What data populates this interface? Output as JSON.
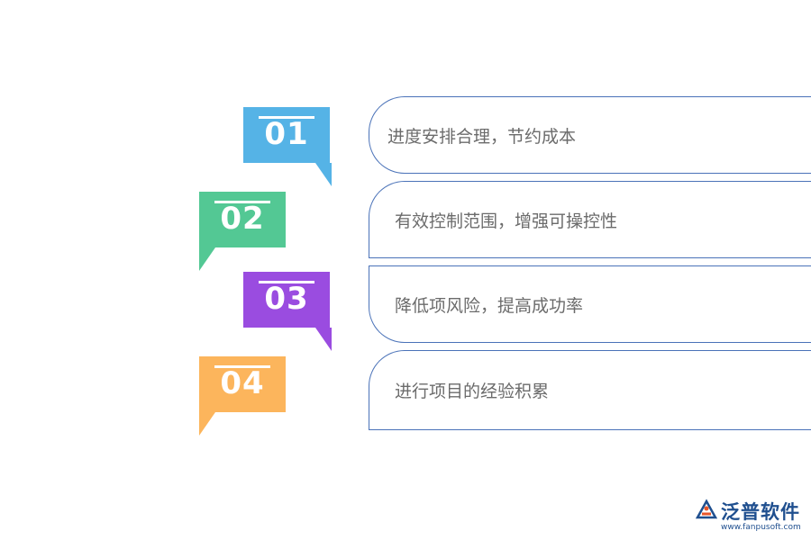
{
  "items": [
    {
      "num": "01",
      "text": "进度安排合理，节约成本",
      "color": "#55b3e6"
    },
    {
      "num": "02",
      "text": "有效控制范围，增强可操控性",
      "color": "#53c894"
    },
    {
      "num": "03",
      "text": "降低项风险，提高成功率",
      "color": "#9a4ce0"
    },
    {
      "num": "04",
      "text": "进行项目的经验积累",
      "color": "#fcb55c"
    }
  ],
  "logo": {
    "brand": "泛普软件",
    "url": "www.fanpusoft.com",
    "icon": "fanpu-logo-icon"
  },
  "colors": {
    "card_border": "#4a72b8",
    "text": "#6b6b6b"
  }
}
